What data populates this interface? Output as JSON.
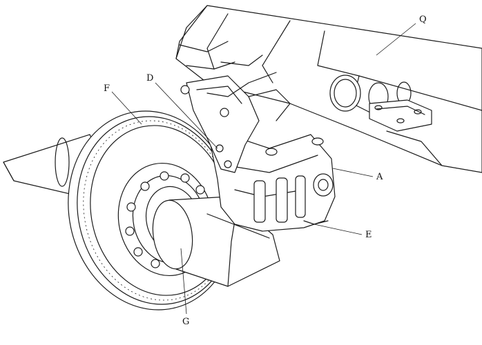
{
  "figure": {
    "labels": [
      {
        "id": "Q",
        "text": "Q"
      },
      {
        "id": "D",
        "text": "D"
      },
      {
        "id": "F",
        "text": "F"
      },
      {
        "id": "A",
        "text": "A"
      },
      {
        "id": "E",
        "text": "E"
      },
      {
        "id": "G",
        "text": "G"
      }
    ],
    "colors": {
      "line": "#1a1a1a",
      "background": "#ffffff"
    }
  }
}
